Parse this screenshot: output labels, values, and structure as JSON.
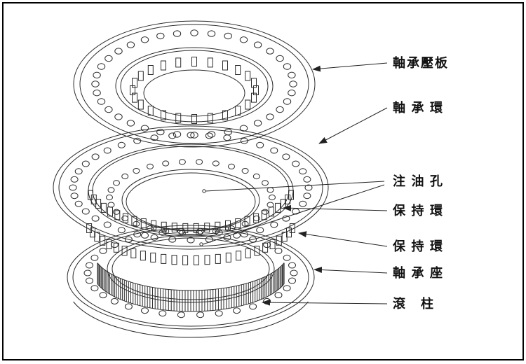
{
  "figure": {
    "labels": [
      {
        "name": "bearing-pressure-plate",
        "text": "軸承壓板"
      },
      {
        "name": "bearing-ring",
        "text": "軸 承 環"
      },
      {
        "name": "oil-injection-hole",
        "text": "注 油 孔"
      },
      {
        "name": "retainer-ring-upper",
        "text": "保 持 環"
      },
      {
        "name": "retainer-ring-lower",
        "text": "保 持 環"
      },
      {
        "name": "bearing-seat",
        "text": "軸 承 座"
      },
      {
        "name": "roller",
        "text": "滾　柱"
      }
    ],
    "colors": {
      "line": "#2b2b2b",
      "background": "#ffffff",
      "border": "#000000"
    }
  }
}
